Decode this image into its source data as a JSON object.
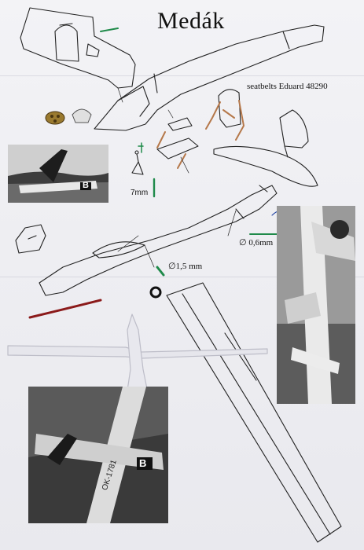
{
  "document": {
    "title": "Medák",
    "seatbelts_note": "seatbelts Eduard 48290",
    "dimensions": {
      "bar_height": "7mm",
      "rod_diameter_1": "∅ 0,6mm",
      "rod_diameter_2": "∅1,5 mm"
    },
    "photos": {
      "top_left_code": "B",
      "bottom_left_code": "B",
      "bottom_left_registration": "OK-1781"
    }
  },
  "colors": {
    "paper": "#eeeef2",
    "ink": "#222222",
    "accent_green": "#1f8a4a",
    "accent_blue": "#1c3fa0",
    "leather_brown": "#b5784a",
    "dark_red": "#8b1a1a"
  }
}
